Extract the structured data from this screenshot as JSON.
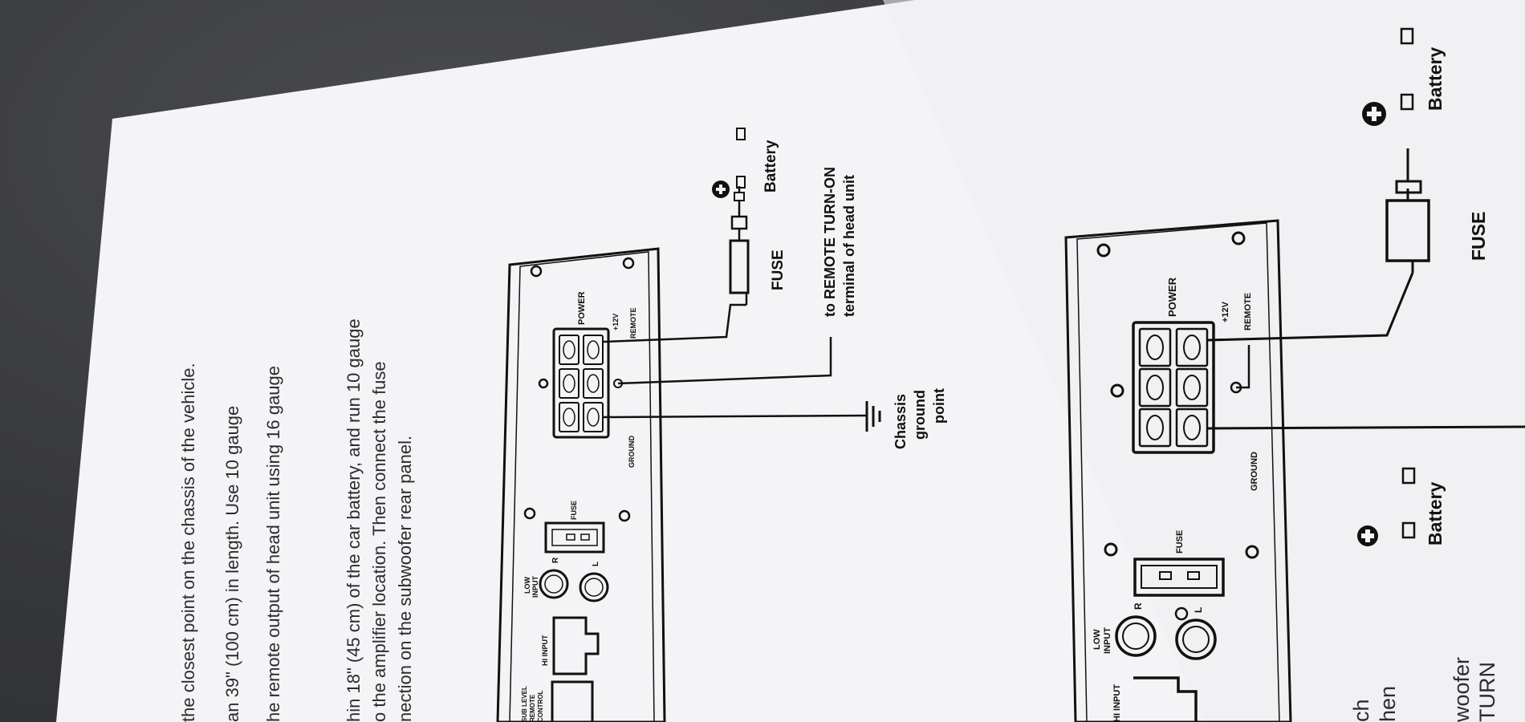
{
  "instructions": {
    "line1": "the closest point on the chassis of the vehicle.",
    "line2": "an 39\" (100 cm) in length. Use 10 gauge",
    "line3": "he remote output of head unit using 16 gauge",
    "line4": "hin 18\" (45 cm) of the car battery, and run 10 gauge",
    "line5": "o the amplifier location. Then connect the fuse",
    "line6": "nection on the subwoofer rear panel."
  },
  "diagram1": {
    "battery": "Battery",
    "fuse": "FUSE",
    "remote_turn_on_1": "to REMOTE TURN-ON",
    "remote_turn_on_2": "terminal of head unit",
    "chassis_1": "Chassis",
    "chassis_2": "ground",
    "chassis_3": "point",
    "power": "POWER",
    "plus12v": "+12V",
    "remote": "REMOTE",
    "ground": "GROUND",
    "fuse_panel": "FUSE",
    "low_input": "LOW",
    "low_input_2": "INPUT",
    "r": "R",
    "l": "L",
    "hi_input": "HI INPUT",
    "sub_level_1": "SUB LEVEL",
    "sub_level_2": "REMOTE",
    "sub_level_3": "CONTROL"
  },
  "diagram2": {
    "battery": "Battery",
    "fuse": "FUSE",
    "power": "POWER",
    "plus12v": "+12V",
    "remote": "REMOTE",
    "ground": "GROUND",
    "fuse_panel": "FUSE",
    "low_input": "LOW",
    "low_input_2": "INPUT",
    "r": "R",
    "l": "L",
    "hi_input": "HI INPUT"
  },
  "bottom_text": {
    "t1": "ch",
    "t2": "hen",
    "t3": "woofer",
    "t4": "TURN"
  },
  "colors": {
    "paper": "#f4f4f6",
    "ink": "#111111",
    "fabric": "#3a3b3e"
  }
}
